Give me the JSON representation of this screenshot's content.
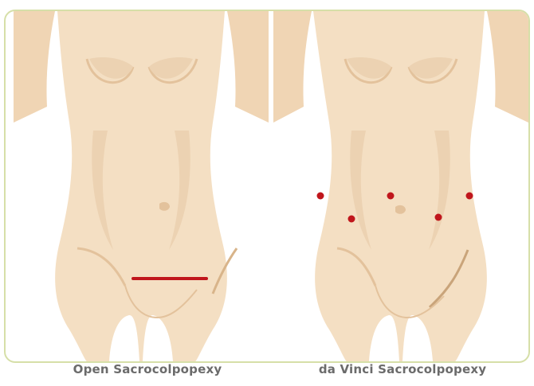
{
  "figure": {
    "panels": [
      {
        "caption": "Open Sacrocolpopexy",
        "incision_type": "single transverse incision",
        "mark_count": 1
      },
      {
        "caption": "da Vinci Sacrocolpopexy",
        "incision_type": "port sites",
        "mark_count": 5
      }
    ],
    "colors": {
      "skin": "#f4dfc3",
      "skin_shadow": "#e9cba5",
      "skin_line": "#c9a47a",
      "incision": "#c0161c",
      "border": "#d6dfa8",
      "caption_text": "#6b6b6b"
    }
  }
}
